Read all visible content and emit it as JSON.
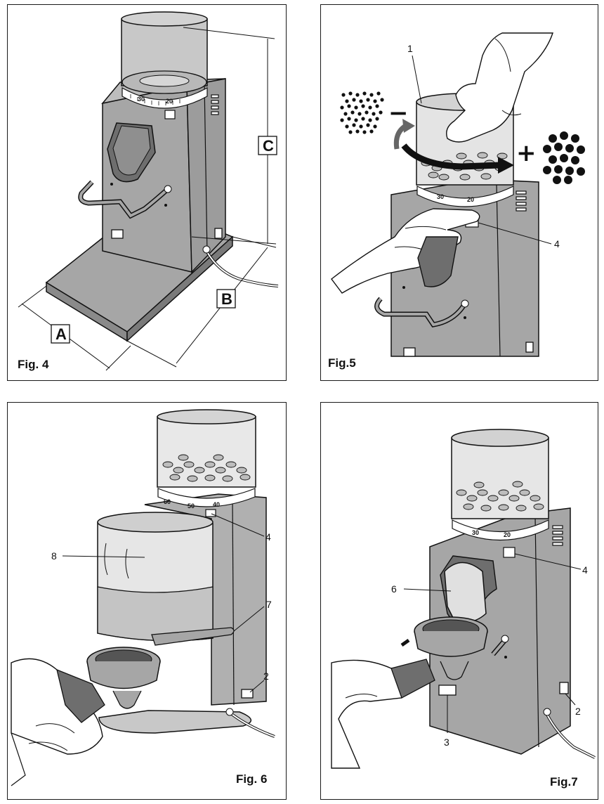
{
  "figures": [
    {
      "id": "fig4",
      "label": "Fig. 4",
      "dimensions": [
        "A",
        "B",
        "C"
      ],
      "dial_marks": [
        "30",
        "20"
      ]
    },
    {
      "id": "fig5",
      "label": "Fig.5",
      "callouts": [
        "1",
        "4"
      ],
      "signs": {
        "minus": "−",
        "plus": "+"
      },
      "dial_marks": [
        "30",
        "20"
      ]
    },
    {
      "id": "fig6",
      "label": "Fig. 6",
      "callouts": [
        "4",
        "8",
        "7",
        "2"
      ],
      "dial_marks": [
        "60",
        "50",
        "40"
      ]
    },
    {
      "id": "fig7",
      "label": "Fig.7",
      "callouts": [
        "6",
        "4",
        "2",
        "3"
      ],
      "dial_marks": [
        "30",
        "20"
      ]
    }
  ],
  "colors": {
    "body_gray": "#a6a6a6",
    "dark_gray": "#6e6e6e",
    "hopper_gray": "#c8c8c8",
    "line": "#111111"
  }
}
